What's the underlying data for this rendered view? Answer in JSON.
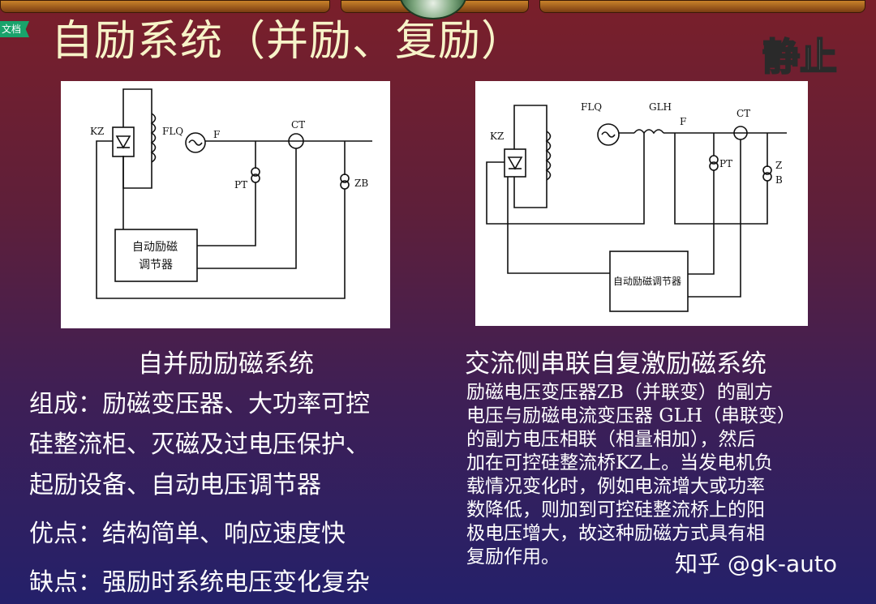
{
  "header": {
    "tag": "文档",
    "title": "自励系统（并励、复励）",
    "still_label": "静止"
  },
  "diagram_left": {
    "labels": {
      "kz": "KZ",
      "flq": "FLQ",
      "f": "F",
      "ct": "CT",
      "pt": "PT",
      "zb": "ZB"
    },
    "regulator_line1": "自动励磁",
    "regulator_line2": "调节器",
    "caption": "自并励励磁系统"
  },
  "diagram_right": {
    "labels": {
      "kz": "KZ",
      "flq": "FLQ",
      "glh": "GLH",
      "f": "F",
      "ct": "CT",
      "pt": "PT",
      "z": "Z",
      "b": "B"
    },
    "regulator": "自动励磁调节器",
    "caption": "交流侧串联自复激励磁系统"
  },
  "left_text": [
    "组成：励磁变压器、大功率可控",
    "硅整流柜、灭磁及过电压保护、",
    "起励设备、自动电压调节器",
    "优点：结构简单、响应速度快",
    "缺点：强励时系统电压变化复杂"
  ],
  "right_text": [
    "励磁电压变压器ZB（并联变）的副方",
    "电压与励磁电流变压器 GLH（串联变）",
    "的副方电压相联（相量相加），然后",
    "加在可控硅整流桥KZ上。当发电机负",
    "载情况变化时，例如电流增大或功率",
    "数降低，则加到可控硅整流桥上的阳",
    "极电压增大，故这种励磁方式具有相",
    "复励作用。"
  ],
  "watermark": "知乎 @gk-auto"
}
